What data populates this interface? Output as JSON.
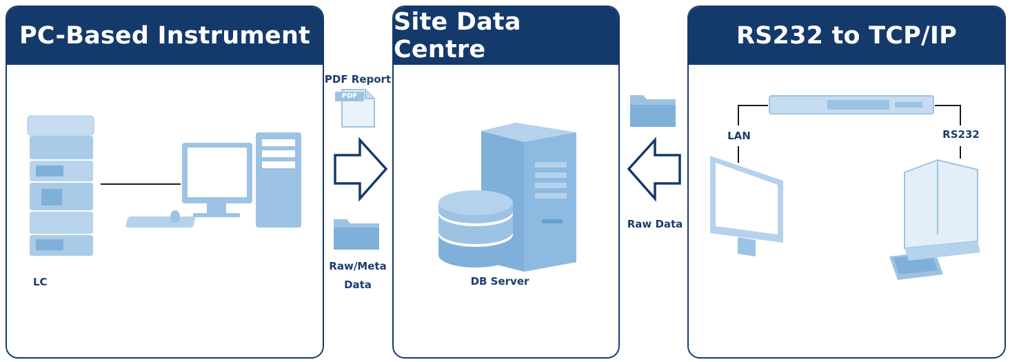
{
  "panels": {
    "pc": {
      "title": "PC-Based Instrument",
      "lc_label": "LC"
    },
    "site": {
      "title": "Site Data Centre",
      "server_label": "DB Server"
    },
    "rs": {
      "title": "RS232 to TCP/IP",
      "lan_label": "LAN",
      "rs232_label": "RS232"
    }
  },
  "flows": {
    "pdf_report_label": "PDF Report",
    "pdf_icon_text": "PDF",
    "raw_meta_line1": "Raw/Meta",
    "raw_meta_line2": "Data",
    "raw_data_label": "Raw Data"
  },
  "colors": {
    "header": "#143a6b",
    "icon_blue": "#9cc3e3",
    "icon_dark": "#7fb0da",
    "arrow": "#15396a"
  }
}
